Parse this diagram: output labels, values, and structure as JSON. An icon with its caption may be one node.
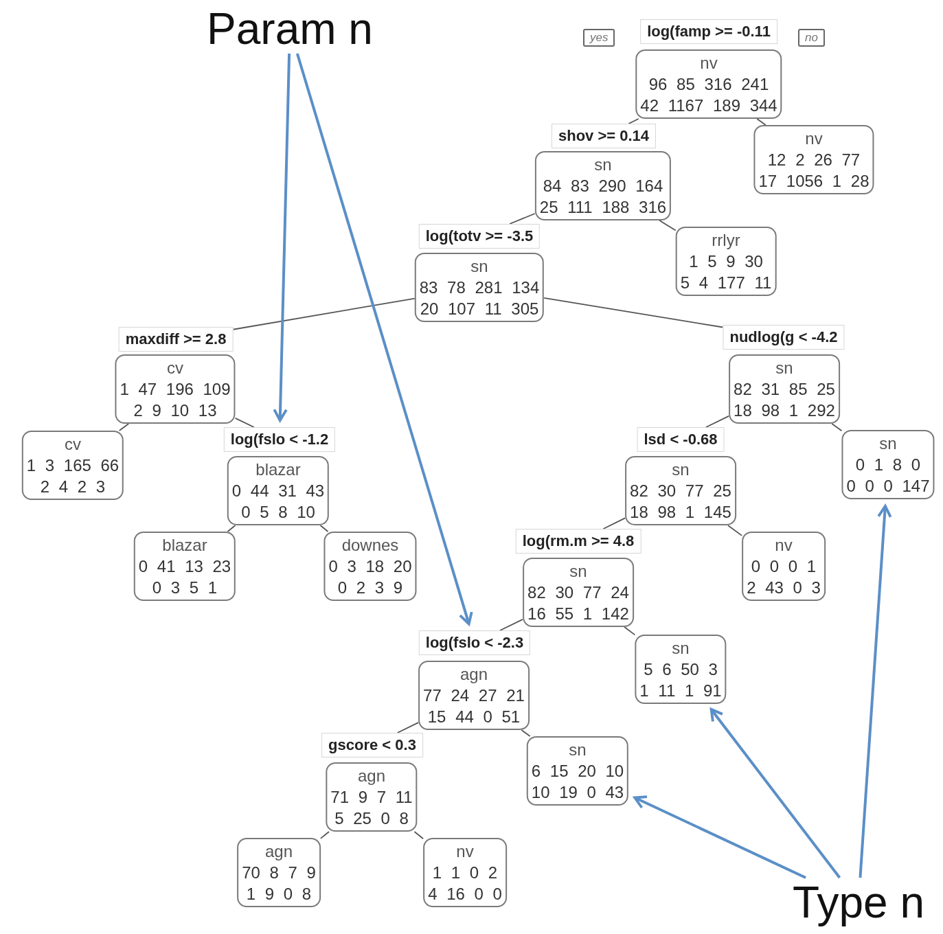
{
  "diagram": {
    "nodes": [
      {
        "text": [
          "Param n"
        ]
      },
      {
        "text": [
          "Type n"
        ]
      },
      {
        "text": [
          "log(famp >= -0.11"
        ]
      },
      {
        "text": [
          "nv",
          "96 85 316 241",
          "42 1167 189 344"
        ]
      },
      {
        "text": [
          "shov >= 0.14"
        ]
      },
      {
        "text": [
          "sn",
          "84 83 290 164",
          "25 111 188 316"
        ]
      },
      {
        "text": [
          "nv",
          "12 2 26 77",
          "17 1056 1 28"
        ]
      },
      {
        "text": [
          "log(totv >= -3.5"
        ]
      },
      {
        "text": [
          "sn",
          "83 78 281 134",
          "20 107 11 305"
        ]
      },
      {
        "text": [
          "rrlyr",
          "1 5 9 30",
          "5 4 177 11"
        ]
      },
      {
        "text": [
          "maxdiff >= 2.8"
        ]
      },
      {
        "text": [
          "cv",
          "1 47 196 109",
          "2 9 10 13"
        ]
      },
      {
        "text": [
          "nudlog(g < -4.2"
        ]
      },
      {
        "text": [
          "sn",
          "82 31 85 25",
          "18 98 1 292"
        ]
      },
      {
        "text": [
          "cv",
          "1 3 165 66",
          "2 4 2 3"
        ]
      },
      {
        "text": [
          "log(fslo < -1.2"
        ]
      },
      {
        "text": [
          "blazar",
          "0 44 31 43",
          "0 5 8 10"
        ]
      },
      {
        "text": [
          "lsd < -0.68"
        ]
      },
      {
        "text": [
          "sn",
          "82 30 77 25",
          "18 98 1 145"
        ]
      },
      {
        "text": [
          "sn",
          "0 1 8 0",
          "0 0 0 147"
        ]
      },
      {
        "text": [
          "blazar",
          "0 41 13 23",
          "0 3 5 1"
        ]
      },
      {
        "text": [
          "downes",
          "0 3 18 20",
          "0 2 3 9"
        ]
      },
      {
        "text": [
          "log(rm.m >= 4.8"
        ]
      },
      {
        "text": [
          "sn",
          "82 30 77 24",
          "16 55 1 142"
        ]
      },
      {
        "text": [
          "nv",
          "0 0 0 1",
          "2 43 0 3"
        ]
      },
      {
        "text": [
          "log(fslo < -2.3"
        ]
      },
      {
        "text": [
          "agn",
          "77 24 27 21",
          "15 44 0 51"
        ]
      },
      {
        "text": [
          "sn",
          "5 6 50 3",
          "1 11 1 91"
        ]
      },
      {
        "text": [
          "gscore < 0.3"
        ]
      },
      {
        "text": [
          "agn",
          "71 9 7 11",
          "5 25 0 8"
        ]
      },
      {
        "text": [
          "sn",
          "6 15 20 10",
          "10 19 0 43"
        ]
      },
      {
        "text": [
          "agn",
          "70 8 7 9",
          "1 9 0 8"
        ]
      },
      {
        "text": [
          "nv",
          "1 1 0 2",
          "4 16 0 0"
        ]
      }
    ],
    "edges": [
      {
        "from": 3,
        "to": 4,
        "arrow": "none"
      },
      {
        "from": 3,
        "to": 6,
        "arrow": "none"
      },
      {
        "from": 5,
        "to": 7,
        "arrow": "none"
      },
      {
        "from": 5,
        "to": 9,
        "arrow": "none"
      },
      {
        "from": 8,
        "to": 10,
        "arrow": "none"
      },
      {
        "from": 8,
        "to": 12,
        "arrow": "none"
      },
      {
        "from": 11,
        "to": 14,
        "arrow": "none"
      },
      {
        "from": 11,
        "to": 15,
        "arrow": "none"
      },
      {
        "from": 13,
        "to": 17,
        "arrow": "none"
      },
      {
        "from": 13,
        "to": 19,
        "arrow": "none"
      },
      {
        "from": 16,
        "to": 20,
        "arrow": "none"
      },
      {
        "from": 16,
        "to": 21,
        "arrow": "none"
      },
      {
        "from": 18,
        "to": 22,
        "arrow": "none"
      },
      {
        "from": 18,
        "to": 24,
        "arrow": "none"
      },
      {
        "from": 23,
        "to": 25,
        "arrow": "none"
      },
      {
        "from": 23,
        "to": 27,
        "arrow": "none"
      },
      {
        "from": 26,
        "to": 28,
        "arrow": "none"
      },
      {
        "from": 26,
        "to": 30,
        "arrow": "none"
      },
      {
        "from": 29,
        "to": 31,
        "arrow": "none"
      },
      {
        "from": 29,
        "to": 32,
        "arrow": "none"
      },
      {
        "from": 0,
        "to": 15,
        "arrow": "to",
        "style": "thick",
        "color": "#5b8fc7"
      },
      {
        "from": 0,
        "to": 25,
        "arrow": "to",
        "style": "thick",
        "color": "#5b8fc7"
      },
      {
        "from": 1,
        "to": 30,
        "arrow": "to",
        "style": "thick",
        "color": "#5b8fc7"
      },
      {
        "from": 1,
        "to": 27,
        "arrow": "to",
        "style": "thick",
        "color": "#5b8fc7"
      },
      {
        "from": 1,
        "to": 19,
        "arrow": "to",
        "style": "thick",
        "color": "#5b8fc7"
      }
    ],
    "labels": [
      "yes",
      "no"
    ]
  }
}
